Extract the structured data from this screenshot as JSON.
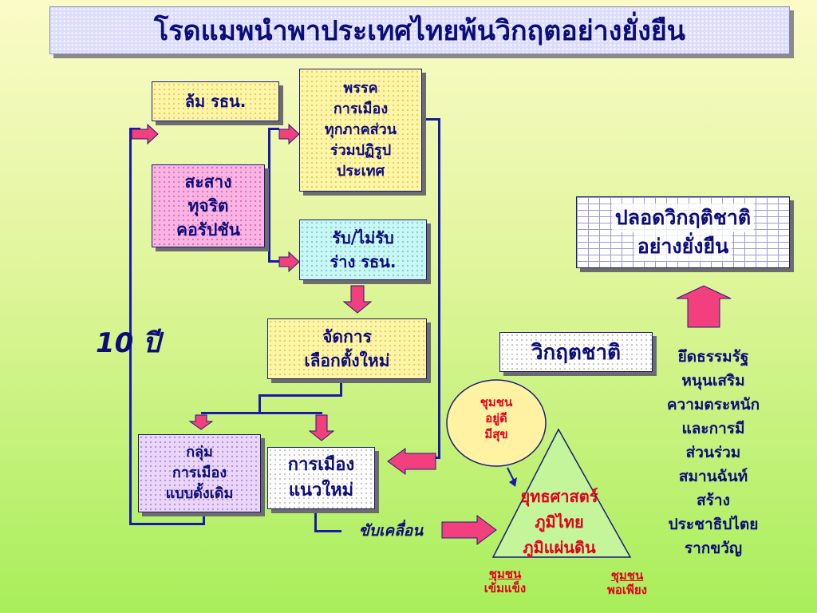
{
  "title": "โรดแมพนำพาประเทศไทยพ้นวิกฤตอย่างยั่งยืน",
  "nodes": {
    "overthrow": "ล้ม รธน.",
    "corruption_1": "สะสาง",
    "corruption_2": "ทุจริต",
    "corruption_3": "คอรัปชัน",
    "reform_1": "พรรค",
    "reform_2": "การเมือง",
    "reform_3": "ทุกภาคส่วน",
    "reform_4": "ร่วมปฏิรูป",
    "reform_5": "ประเทศ",
    "accept_1": "รับ/ไม่รับ",
    "accept_2": "ร่าง รธน.",
    "election_1": "จัดการ",
    "election_2": "เลือกตั้งใหม่",
    "old_1": "กลุ่ม",
    "old_2": "การเมือง",
    "old_3": "แบบดั้งเดิม",
    "new_1": "การเมือง",
    "new_2": "แนวใหม่",
    "crisis": "วิกฤตชาติ",
    "free_1": "ปลอดวิกฤติชาติ",
    "free_2": "อย่างยั่งยืน"
  },
  "years_label": "10 ปี",
  "drive_label": "ขับเคลื่อน",
  "community_1": "ชุมชน",
  "community_2": "อยู่ดี",
  "community_3": "มีสุข",
  "strategy_1": "ยุทธศาสตร์",
  "strategy_2": "ภูมิไทย",
  "strategy_3": "ภูมิแผ่นดิน",
  "strong_1": "ชุมชน",
  "strong_2": "เข้มแข็ง",
  "sufficient_1": "ชุมชน",
  "sufficient_2": "พอเพียง",
  "principles": [
    "ยึดธรรมรัฐ",
    "หนุนเสริม",
    "ความตระหนัก",
    "และการมี",
    "ส่วนร่วม",
    "สมานฉันท์",
    "สร้าง",
    "ประชาธิปไตย",
    "รากขวัญ"
  ],
  "colors": {
    "navy": "#0c0c7a",
    "line": "#1a1aa8",
    "arrow": "#f2407f",
    "red": "#e0001b"
  }
}
